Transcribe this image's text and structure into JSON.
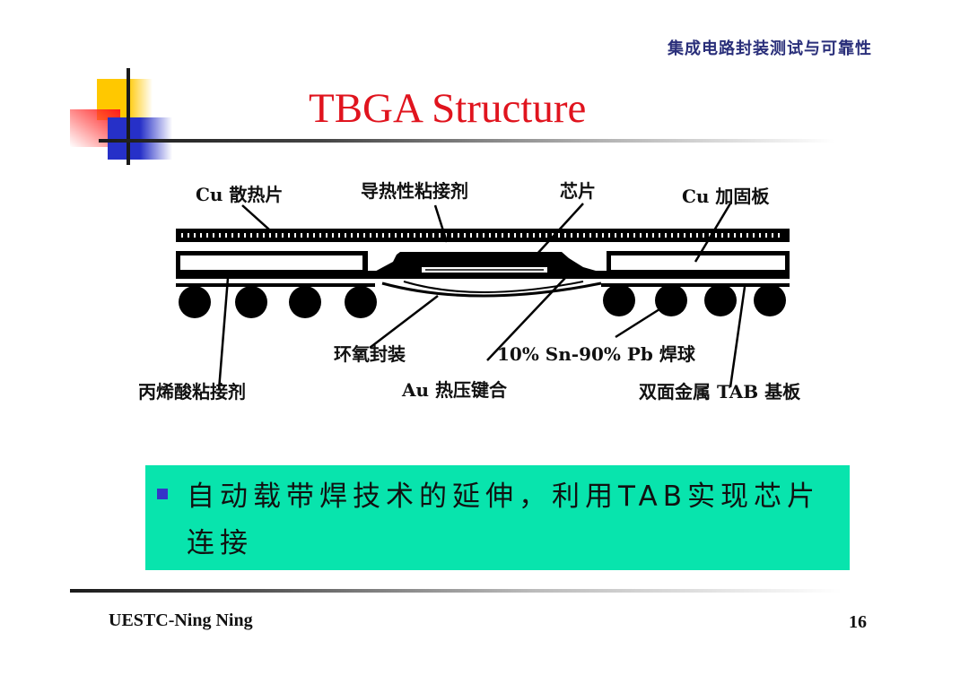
{
  "header": {
    "course_title": "集成电路封装测试与可靠性"
  },
  "slide": {
    "title": "TBGA Structure",
    "title_color": "#e0141e"
  },
  "diagram": {
    "labels": {
      "cu_heat_spreader": "Cu 散热片",
      "thermal_adhesive": "导热性粘接剂",
      "chip": "芯片",
      "cu_stiffener": "Cu 加固板",
      "epoxy_encapsulation": "环氧封装",
      "solder_ball": "10% Sn-90% Pb 焊球",
      "acrylic_adhesive": "丙烯酸粘接剂",
      "au_thermocompression_bond": "Au 热压键合",
      "double_sided_tab_substrate": "双面金属 TAB 基板"
    }
  },
  "callout": {
    "bullet_color": "#3534c8",
    "background_color": "#08e4ad",
    "text": "自动载带焊技术的延伸，利用TAB实现芯片连接"
  },
  "footer": {
    "author": "UESTC-Ning Ning",
    "page_number": "16"
  }
}
